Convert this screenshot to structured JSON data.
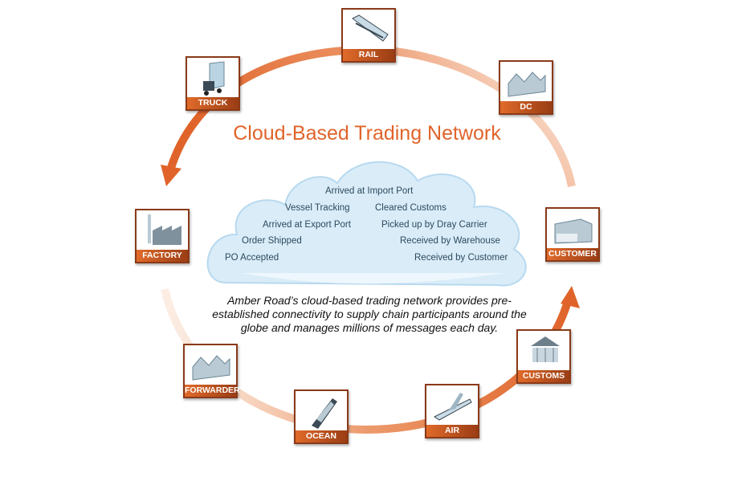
{
  "title": "Cloud-Based Trading Network",
  "messages": [
    "Arrived at Import Port",
    "Vessel Tracking",
    "Cleared Customs",
    "Arrived at Export Port",
    "Picked up by Dray Carrier",
    "Order Shipped",
    "Received by Warehouse",
    "PO Accepted",
    "Received by Customer"
  ],
  "caption": "Amber Road’s cloud-based trading network provides pre-established connectivity to supply chain participants around the globe and manages millions of messages each day.",
  "nodes": {
    "truck": "TRUCK",
    "rail": "RAIL",
    "dc": "DC",
    "factory": "FACTORY",
    "customer": "CUSTOMER",
    "customs": "CUSTOMS",
    "air": "AIR",
    "ocean": "OCEAN",
    "forwarder": "FORWARDER"
  },
  "colors": {
    "accent": "#e0642a",
    "label_dark": "#9a3d14",
    "text": "#2d4a5e"
  }
}
